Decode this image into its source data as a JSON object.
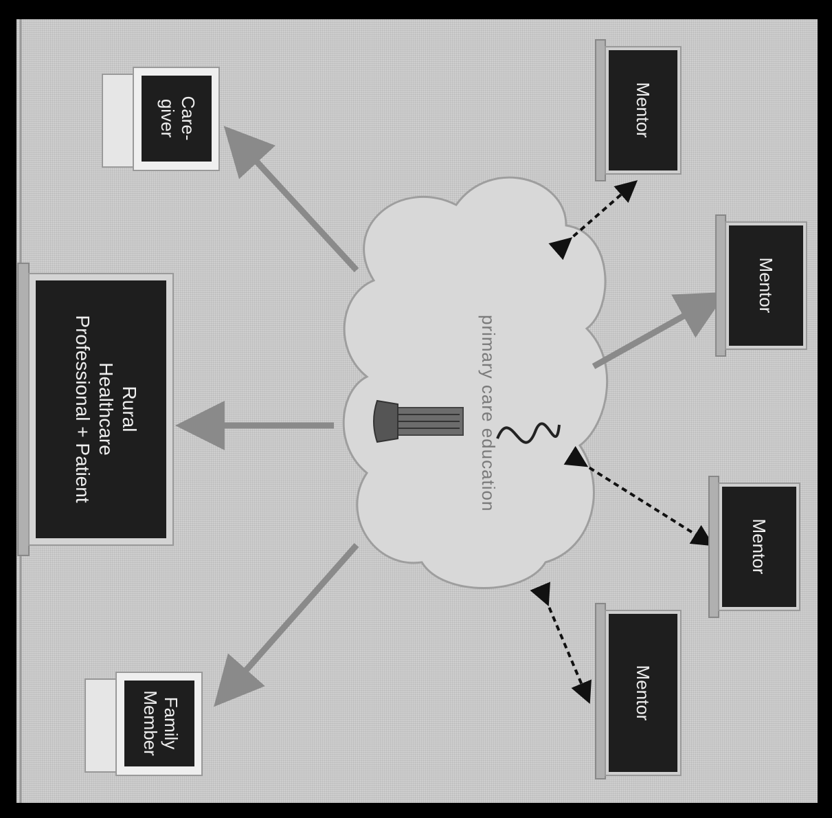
{
  "diagram": {
    "cloud_label": "primary care education",
    "nodes": {
      "rural": {
        "lines": [
          "Rural",
          "Healthcare",
          "Professional + Patient"
        ]
      },
      "caregiver": {
        "lines": [
          "Care-",
          "giver"
        ]
      },
      "family": {
        "lines": [
          "Family",
          "Member"
        ]
      },
      "mentor1": {
        "lines": [
          "Mentor"
        ]
      },
      "mentor2": {
        "lines": [
          "Mentor"
        ]
      },
      "mentor3": {
        "lines": [
          "Mentor"
        ]
      },
      "mentor4": {
        "lines": [
          "Mentor"
        ]
      }
    },
    "colors": {
      "background": "#cfcfcf",
      "screen": "#1e1e1e",
      "cloud": "#d8d8d8",
      "arrow": "#8a8a8a",
      "dashed_arrow": "#111111"
    }
  }
}
